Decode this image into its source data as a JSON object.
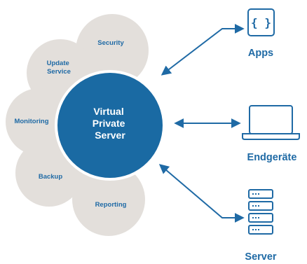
{
  "colors": {
    "accent": "#1f6aa5",
    "petal": "#e3dfdb",
    "center_fill": "#1a6aa3",
    "background": "#ffffff"
  },
  "center": {
    "lines": [
      "Virtual",
      "Private",
      "Server"
    ]
  },
  "services": [
    {
      "id": "security",
      "lines": [
        "Security"
      ]
    },
    {
      "id": "update-service",
      "lines": [
        "Update",
        "Service"
      ]
    },
    {
      "id": "monitoring",
      "lines": [
        "Monitoring"
      ]
    },
    {
      "id": "backup",
      "lines": [
        "Backup"
      ]
    },
    {
      "id": "reporting",
      "lines": [
        "Reporting"
      ]
    }
  ],
  "devices": [
    {
      "id": "apps",
      "label": "Apps",
      "icon": "code-braces-icon",
      "icon_text": "{ }"
    },
    {
      "id": "endgeraete",
      "label": "Endgeräte",
      "icon": "laptop-icon"
    },
    {
      "id": "server",
      "label": "Server",
      "icon": "server-rack-icon"
    }
  ],
  "connections": [
    {
      "from": "center",
      "to": "apps",
      "style": "double-arrow"
    },
    {
      "from": "center",
      "to": "endgeraete",
      "style": "double-arrow"
    },
    {
      "from": "center",
      "to": "server",
      "style": "double-arrow"
    }
  ]
}
